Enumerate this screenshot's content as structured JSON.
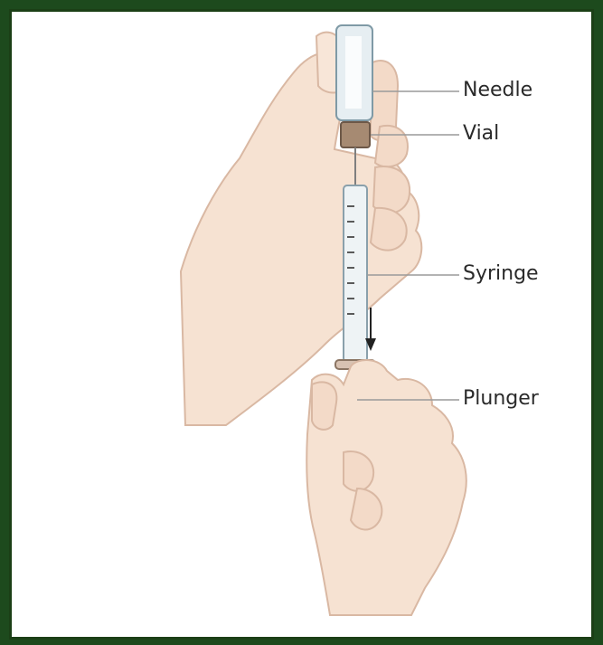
{
  "labels": {
    "needle": "Needle",
    "vial": "Vial",
    "syringe": "Syringe",
    "plunger": "Plunger"
  },
  "colors": {
    "frame": "#1b3f16",
    "skin": "#f6e2d2",
    "skin_outline": "#d9b8a3",
    "line": "#9a9a9a",
    "vial_cap": "#a68a72"
  }
}
